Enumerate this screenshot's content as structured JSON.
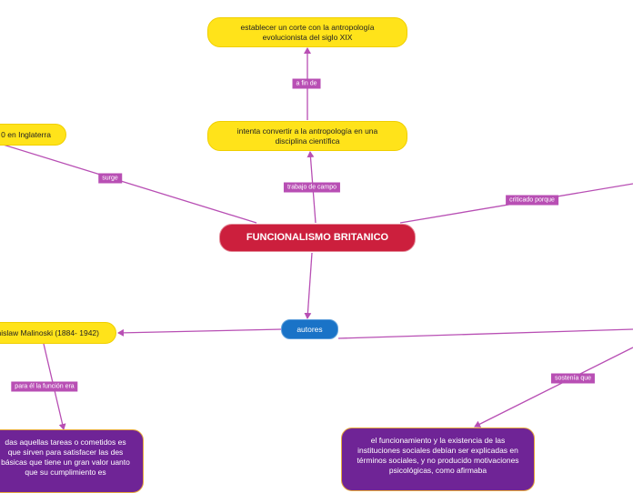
{
  "nodes": {
    "main": "FUNCIONALISMO BRITANICO",
    "establecer": "establecer un corte con la antropología evolucionista del siglo XIX",
    "intenta": "intenta convertir a la antropología en una disciplina científica",
    "inglaterra": "0 en Inglaterra",
    "autores": "autores",
    "malinoski": "nislaw Malinoski (1884- 1942)",
    "tareas": "das aquellas tareas o cometidos es que sirven para satisfacer las des básicas que tiene un gran valor uanto que su cumplimiento es",
    "funcionamiento": "el funcionamiento y la existencia de las instituciones sociales debían ser explicadas en términos sociales, y no producido motivaciones psicológicas, como afirmaba"
  },
  "labels": {
    "a_fin_de": "a fin de",
    "trabajo_de_campo": "trabajo de campo",
    "surge": "surge",
    "criticado_porque": "criticado porque",
    "para_el": "para él la función era",
    "sostenia_que": "sostenía que"
  },
  "colors": {
    "main_node": "#cc1f3d",
    "topic_node": "#ffe31a",
    "autores_node": "#1a73c7",
    "detail_node": "#6f2496",
    "connector": "#b84fb4"
  }
}
